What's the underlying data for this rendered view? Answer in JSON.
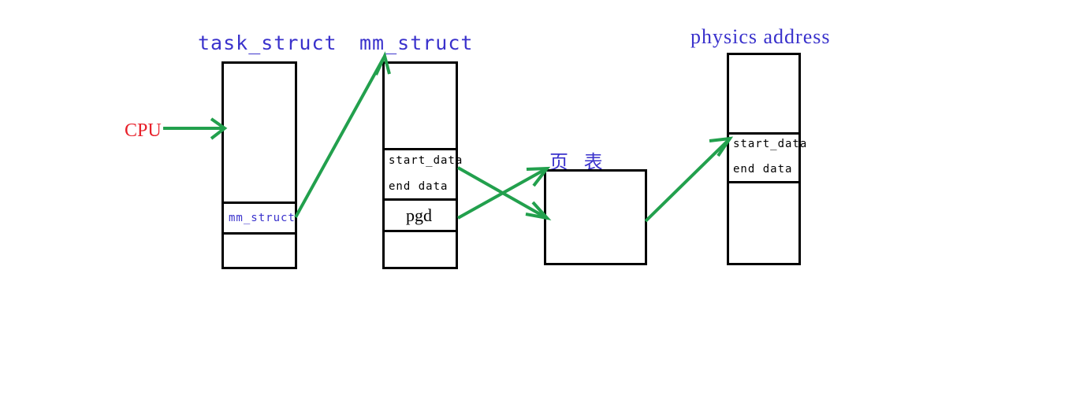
{
  "diagram": {
    "title_labels": {
      "task_struct": "task_struct",
      "mm_struct": "mm_struct",
      "page_table": "页 表",
      "physics_address": "physics address"
    },
    "source_label": "CPU",
    "colors": {
      "arrow_green": "#22a04d",
      "label_blue": "#3a32cc",
      "cpu_red": "#e8202a",
      "box_black": "#000000",
      "background": "#ffffff"
    },
    "boxes": [
      {
        "name": "task_struct",
        "title": "task_struct",
        "cells": [
          {
            "text": "",
            "role": "empty-top"
          },
          {
            "text": "mm_struct",
            "role": "pointer-field"
          },
          {
            "text": "",
            "role": "empty-bottom"
          }
        ]
      },
      {
        "name": "mm_struct",
        "title": "mm_struct",
        "cells": [
          {
            "text": "",
            "role": "empty-top"
          },
          {
            "text": "start_data",
            "role": "field"
          },
          {
            "text": "end data",
            "role": "field"
          },
          {
            "text": "pgd",
            "role": "field"
          },
          {
            "text": "",
            "role": "empty-bottom"
          }
        ]
      },
      {
        "name": "page-table",
        "title": "页 表",
        "cells": [
          {
            "text": "",
            "role": "empty"
          }
        ]
      },
      {
        "name": "physics-address",
        "title": "physics address",
        "cells": [
          {
            "text": "",
            "role": "empty-top"
          },
          {
            "text": "start_data",
            "role": "field"
          },
          {
            "text": "end data",
            "role": "field"
          },
          {
            "text": "",
            "role": "empty-bottom"
          }
        ]
      }
    ],
    "arrows": [
      {
        "name": "cpu-to-task-struct",
        "from": "CPU",
        "to": "task_struct"
      },
      {
        "name": "mm-struct-pointer-to-mm-struct",
        "from": "task_struct.mm_struct",
        "to": "mm_struct"
      },
      {
        "name": "start-data-to-page-table",
        "from": "mm_struct.start_data",
        "to": "page-table"
      },
      {
        "name": "pgd-to-page-table",
        "from": "mm_struct.pgd",
        "to": "page-table"
      },
      {
        "name": "page-table-to-physics-address",
        "from": "page-table",
        "to": "physics-address.start_data"
      }
    ]
  }
}
